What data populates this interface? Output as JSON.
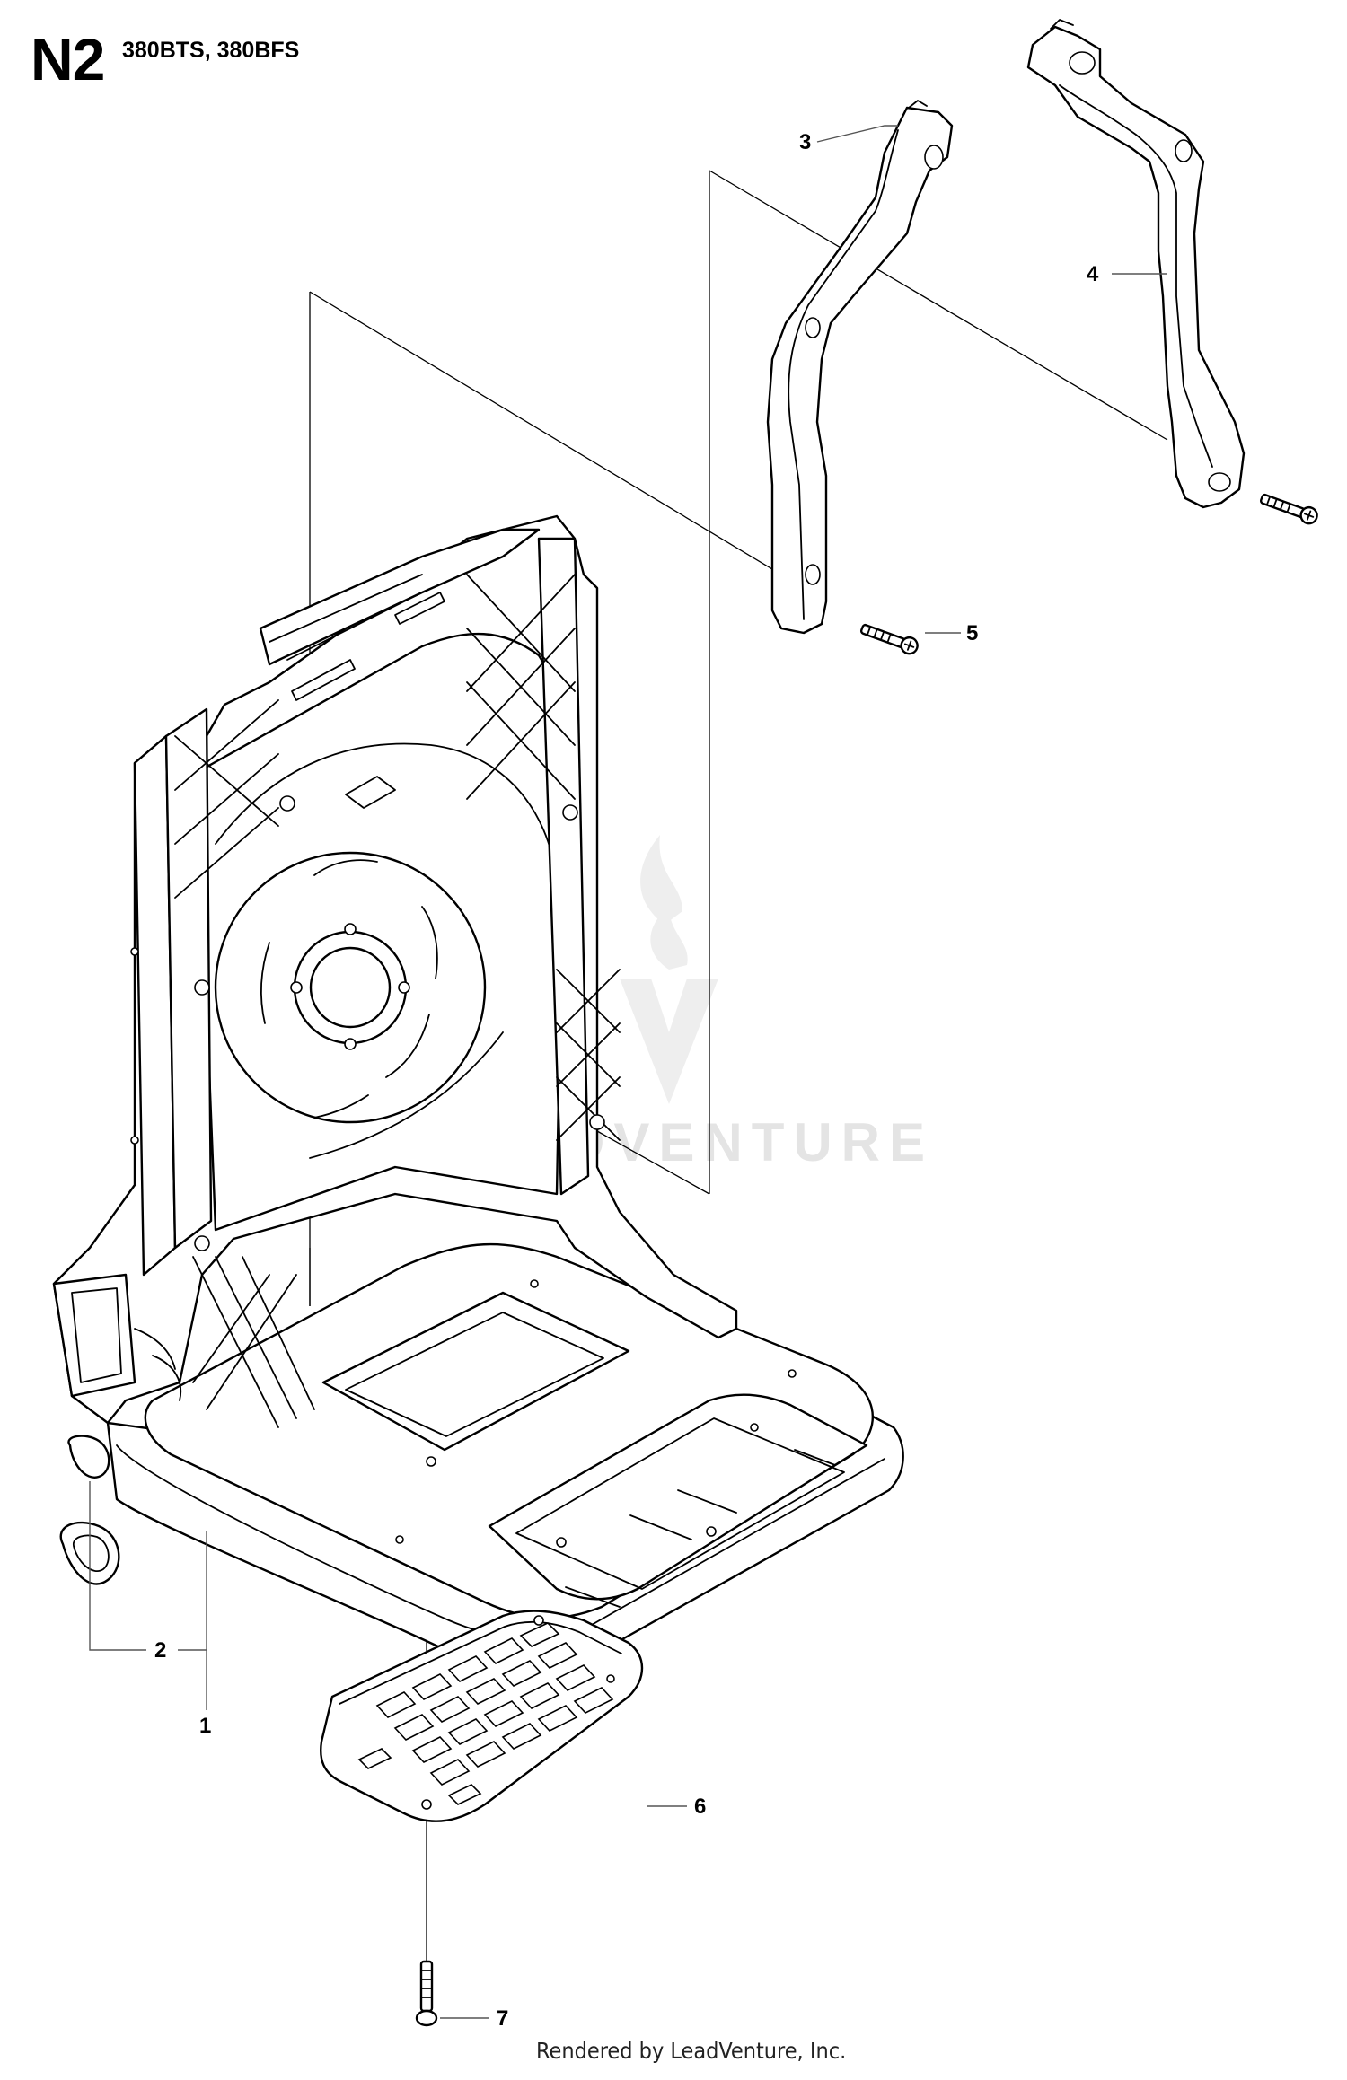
{
  "header": {
    "page_code": "N2",
    "models": "380BTS, 380BFS"
  },
  "watermark": {
    "text": "LEADVENTURE"
  },
  "callouts": [
    {
      "id": "1",
      "label": "1"
    },
    {
      "id": "2",
      "label": "2"
    },
    {
      "id": "3",
      "label": "3"
    },
    {
      "id": "4",
      "label": "4"
    },
    {
      "id": "5",
      "label": "5"
    },
    {
      "id": "6",
      "label": "6"
    },
    {
      "id": "7",
      "label": "7"
    }
  ],
  "footer": {
    "text": "Rendered by LeadVenture, Inc."
  }
}
